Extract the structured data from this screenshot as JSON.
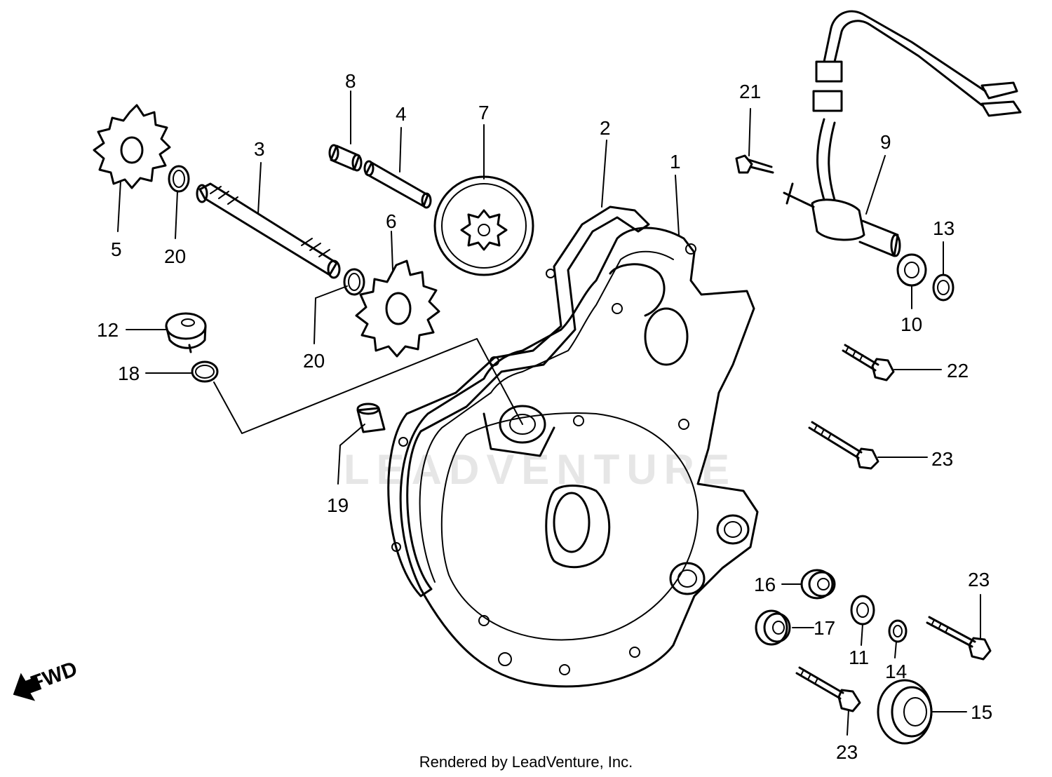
{
  "diagram": {
    "watermark": "LEADVENTURE",
    "direction_label": "FWD",
    "footer": "Rendered by LeadVenture, Inc.",
    "callouts": {
      "c1": "1",
      "c2": "2",
      "c3": "3",
      "c4": "4",
      "c5": "5",
      "c6": "6",
      "c7": "7",
      "c8": "8",
      "c9": "9",
      "c10": "10",
      "c11": "11",
      "c12": "12",
      "c13": "13",
      "c14": "14",
      "c15": "15",
      "c16": "16",
      "c17": "17",
      "c18": "18",
      "c19": "19",
      "c20a": "20",
      "c20b": "20",
      "c21": "21",
      "c22": "22",
      "c23a": "23",
      "c23b": "23",
      "c23c": "23"
    }
  }
}
